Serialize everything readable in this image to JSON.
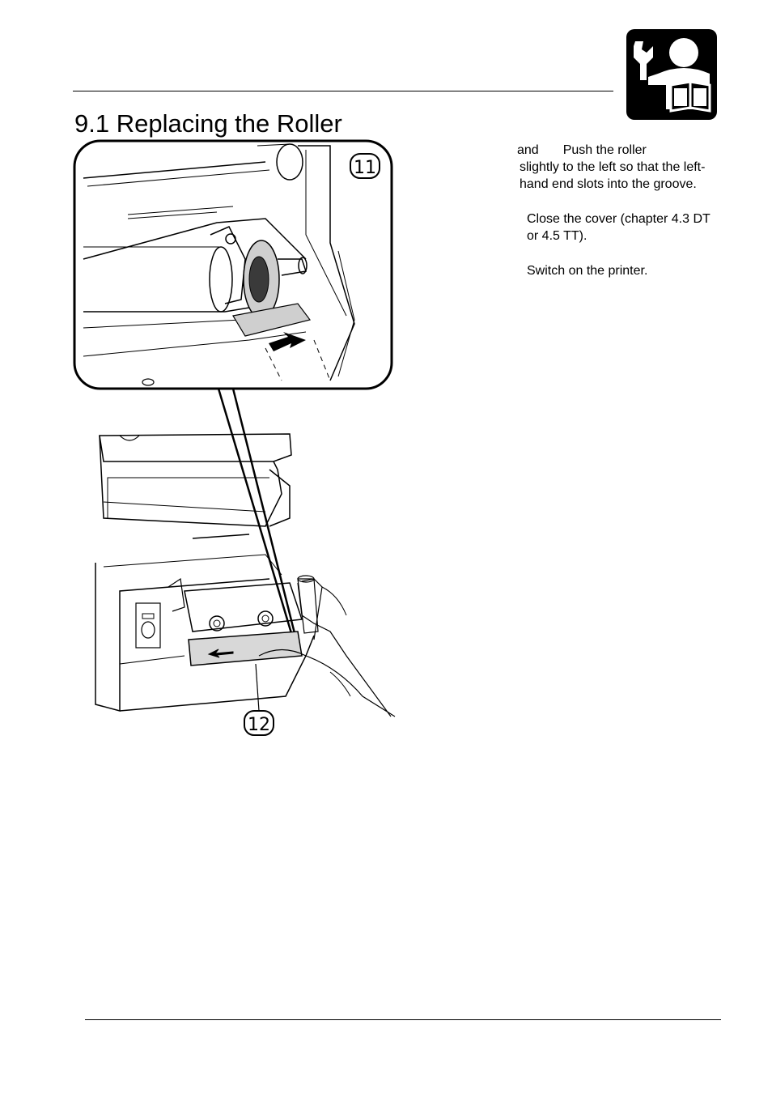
{
  "page": {
    "section_title": "9.1 Replacing the Roller",
    "service_icon": "wrench-person-manual-icon"
  },
  "steps": [
    {
      "prefix": "and",
      "text_line1": "Push the roller",
      "text_rest": "slightly to the left so that the left-hand end slots into the groove."
    },
    {
      "text": "Close the cover (chapter 4.3 DT or 4.5 TT)."
    },
    {
      "text": "Switch on the printer."
    }
  ],
  "figure": {
    "callout_top": "11",
    "callout_bottom": "12"
  }
}
